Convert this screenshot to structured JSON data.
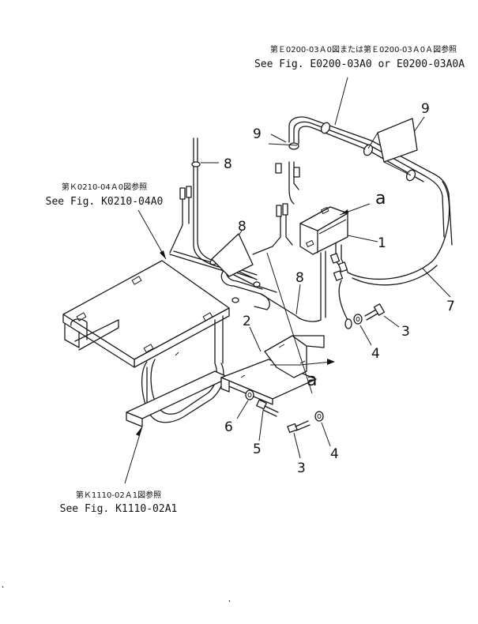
{
  "references": {
    "top_right": {
      "jp": "第Ｅ0200-03Ａ0図または第Ｅ0200-03Ａ0Ａ図参照",
      "en": "See Fig. E0200-03A0 or E0200-03A0A"
    },
    "left": {
      "jp": "第Ｋ0210-04Ａ0図参照",
      "en": "See Fig. K0210-04A0"
    },
    "bottom": {
      "jp": "第Ｋ1110-02Ａ1図参照",
      "en": "See Fig. K1110-02A1"
    }
  },
  "callouts": {
    "n1": "1",
    "n2": "2",
    "n3a": "3",
    "n3b": "3",
    "n4a": "4",
    "n4b": "4",
    "n5": "5",
    "n6": "6",
    "n7": "7",
    "n8a": "8",
    "n8b": "8",
    "n8c": "8",
    "n9a": "9",
    "n9b": "9"
  },
  "view_marks": {
    "a_top": "a",
    "a_bottom": "a"
  }
}
